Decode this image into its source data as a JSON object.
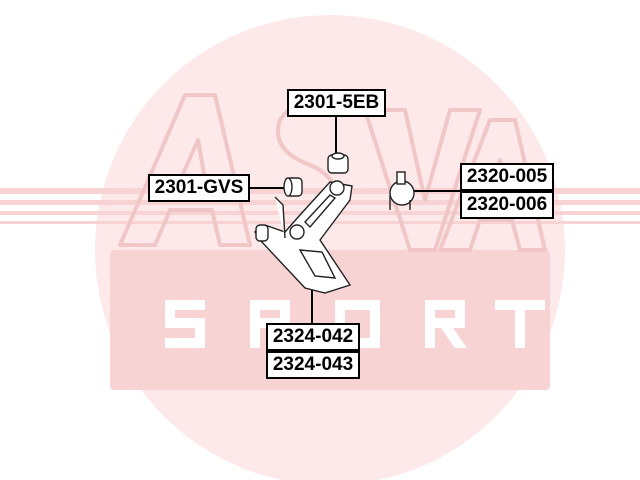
{
  "watermark": {
    "brand": "ASVA",
    "sub": "SPORT"
  },
  "colors": {
    "watermark_fill": "#fbe3e3",
    "watermark_band": "#f6c9c9",
    "line": "#000000"
  },
  "parts": {
    "bushing_top": "2301-5EB",
    "bushing_rear": "2301-GVS",
    "ball_joint": [
      "2320-005",
      "2320-006"
    ],
    "control_arm": [
      "2324-042",
      "2324-043"
    ]
  }
}
